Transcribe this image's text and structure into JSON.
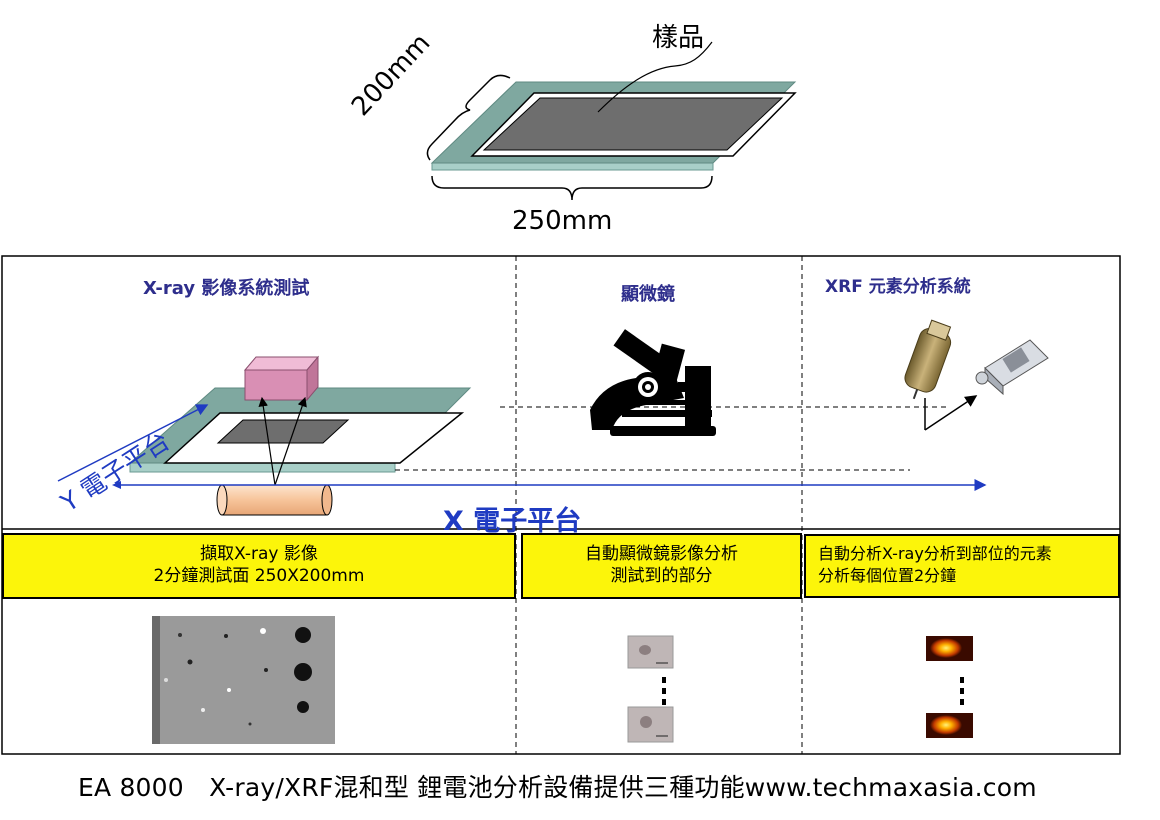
{
  "sample": {
    "label": "樣品",
    "width_label": "250mm",
    "height_label": "200mm"
  },
  "sections": {
    "xray": {
      "title": "X-ray 影像系統測試",
      "desc_line1": "擷取X-ray 影像",
      "desc_line2": "2分鐘測試面 250X200mm"
    },
    "microscope": {
      "title": "顯微鏡",
      "desc_line1": "自動顯微鏡影像分析",
      "desc_line2": "測試到的部分"
    },
    "xrf": {
      "title": "XRF 元素分析系統",
      "desc_line1": "自動分析X-ray分析到部位的元素",
      "desc_line2": "分析每個位置2分鐘"
    }
  },
  "stages": {
    "x_label": "X 電子平台",
    "y_label": "Y 電子平台"
  },
  "footer": {
    "text": "EA 8000　X-ray/XRF混和型 鋰電池分析設備提供三種功能www.techmaxasia.com"
  },
  "colors": {
    "yellow_box": "#fcf50a",
    "stage_teal": "#7fa8a0",
    "sample_gray": "#6e6e6e",
    "title_blue": "#2e2e8c",
    "axis_blue": "#1f3bc2",
    "camera_pink": "#d98fb4",
    "tube_peach": "#f7c9a3"
  }
}
